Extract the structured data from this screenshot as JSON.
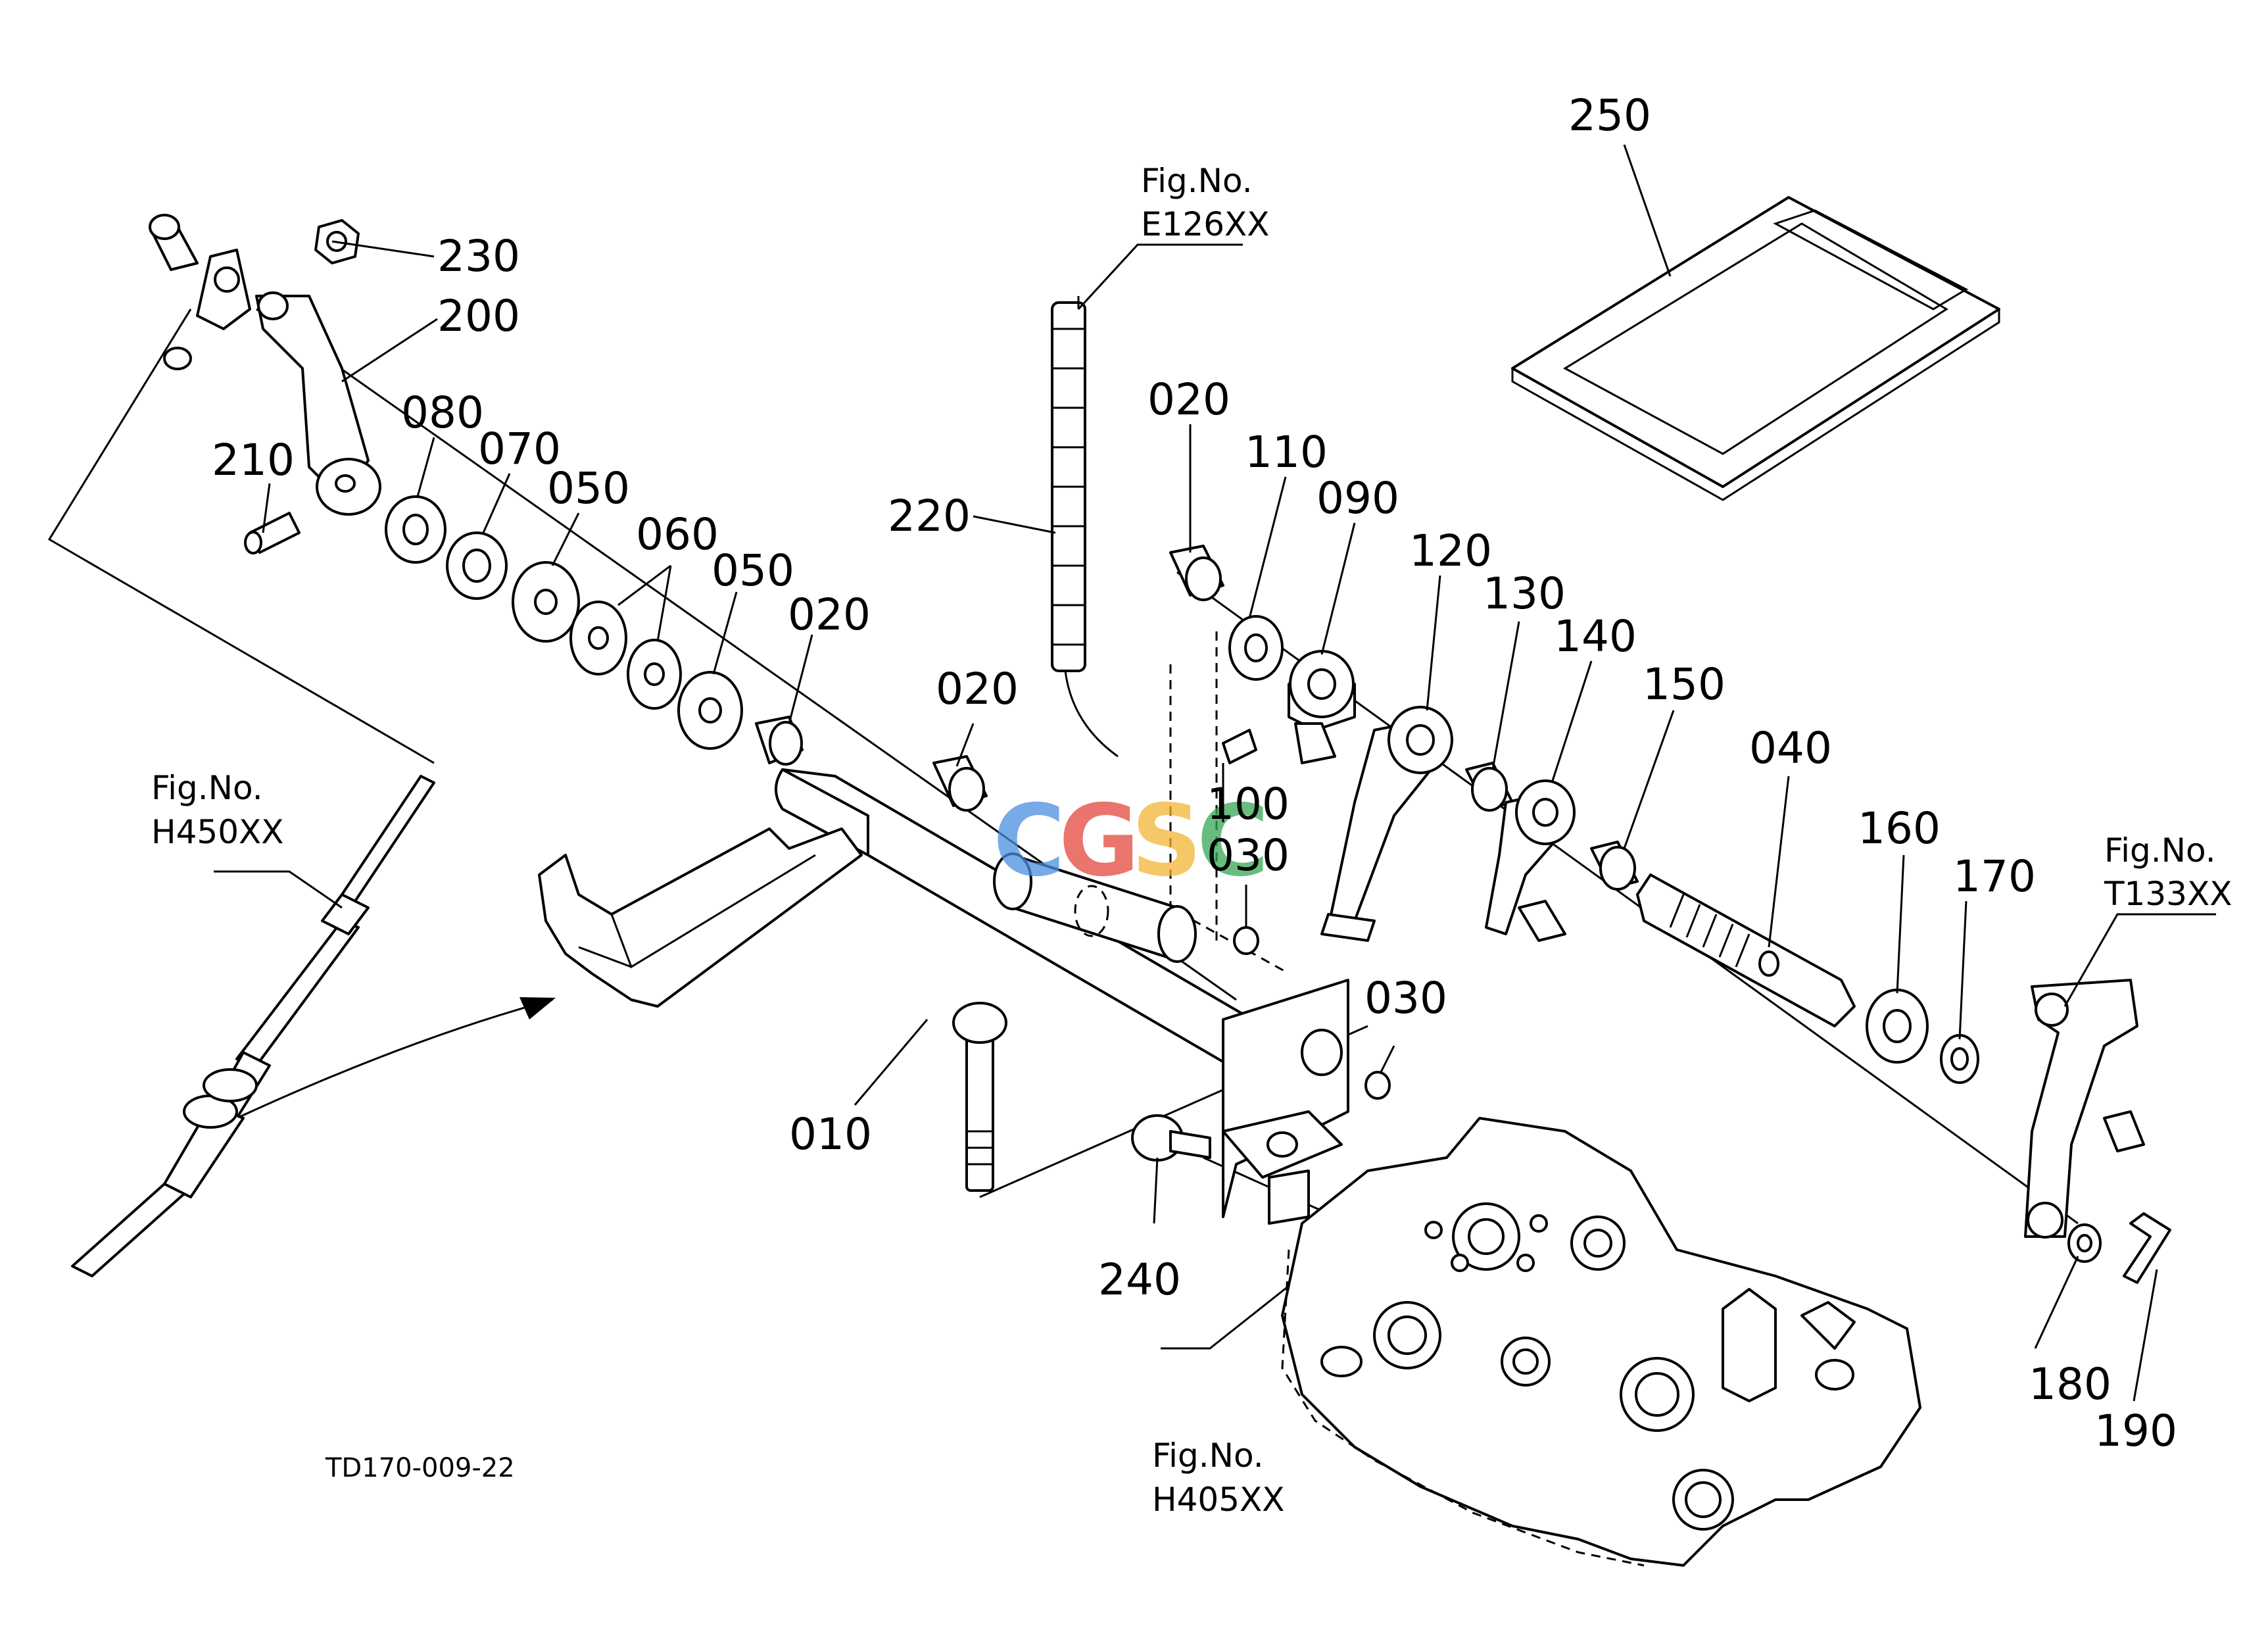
{
  "drawing_code": "TD170-009-22",
  "watermark": {
    "letters": [
      "C",
      "G",
      "S",
      "C"
    ],
    "colors": [
      "#4a8fe0",
      "#e2473c",
      "#f2b533",
      "#36a853"
    ]
  },
  "parts": [
    "010",
    "020",
    "020",
    "020",
    "030",
    "030",
    "040",
    "050",
    "050",
    "060",
    "070",
    "080",
    "090",
    "100",
    "110",
    "120",
    "130",
    "140",
    "150",
    "160",
    "170",
    "180",
    "190",
    "200",
    "210",
    "220",
    "230",
    "240",
    "250"
  ],
  "figure_refs": [
    {
      "line1": "Fig.No.",
      "line2": "E126XX"
    },
    {
      "line1": "Fig.No.",
      "line2": "H450XX"
    },
    {
      "line1": "Fig.No.",
      "line2": "T133XX"
    },
    {
      "line1": "Fig.No.",
      "line2": "H405XX"
    }
  ]
}
